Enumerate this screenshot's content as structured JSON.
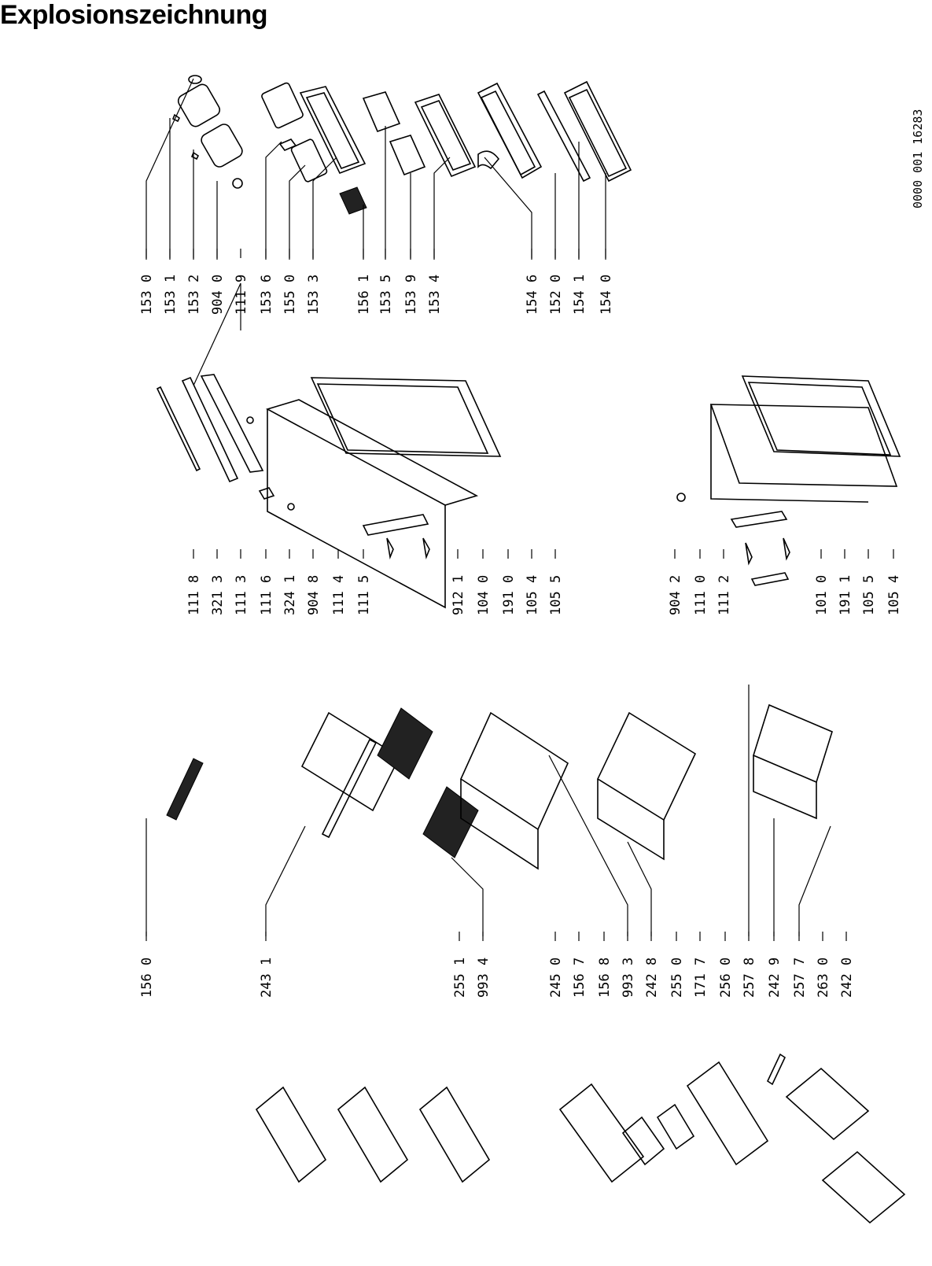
{
  "title": "Explosionszeichnung",
  "reference_number": "0000 001 16283",
  "groups": {
    "door_accessories": [
      "153 0",
      "153 1",
      "153 2",
      "904 0",
      "111 9",
      "153 6",
      "155 0",
      "153 3",
      "156 1",
      "153 5",
      "153 9",
      "153 4",
      "154 6",
      "152 0",
      "154 1",
      "154 0"
    ],
    "fridge_door": [
      "111 8",
      "321 3",
      "111 3",
      "111 6",
      "324 1",
      "904 8",
      "111 4",
      "111 5",
      "912 1",
      "104 0",
      "191 0",
      "105 4",
      "105 5"
    ],
    "freezer_door": [
      "904 2",
      "111 0",
      "111 2",
      "101 0",
      "191 1",
      "105 5",
      "105 4"
    ],
    "drawers_top": [
      "156 0",
      "243 1",
      "255 1",
      "993 4"
    ],
    "shelves_bins": [
      "245 0",
      "156 7",
      "156 8",
      "993 3",
      "242 8",
      "255 0",
      "171 7",
      "256 0",
      "257 8",
      "242 9",
      "257 7",
      "263 0",
      "242 0"
    ]
  }
}
